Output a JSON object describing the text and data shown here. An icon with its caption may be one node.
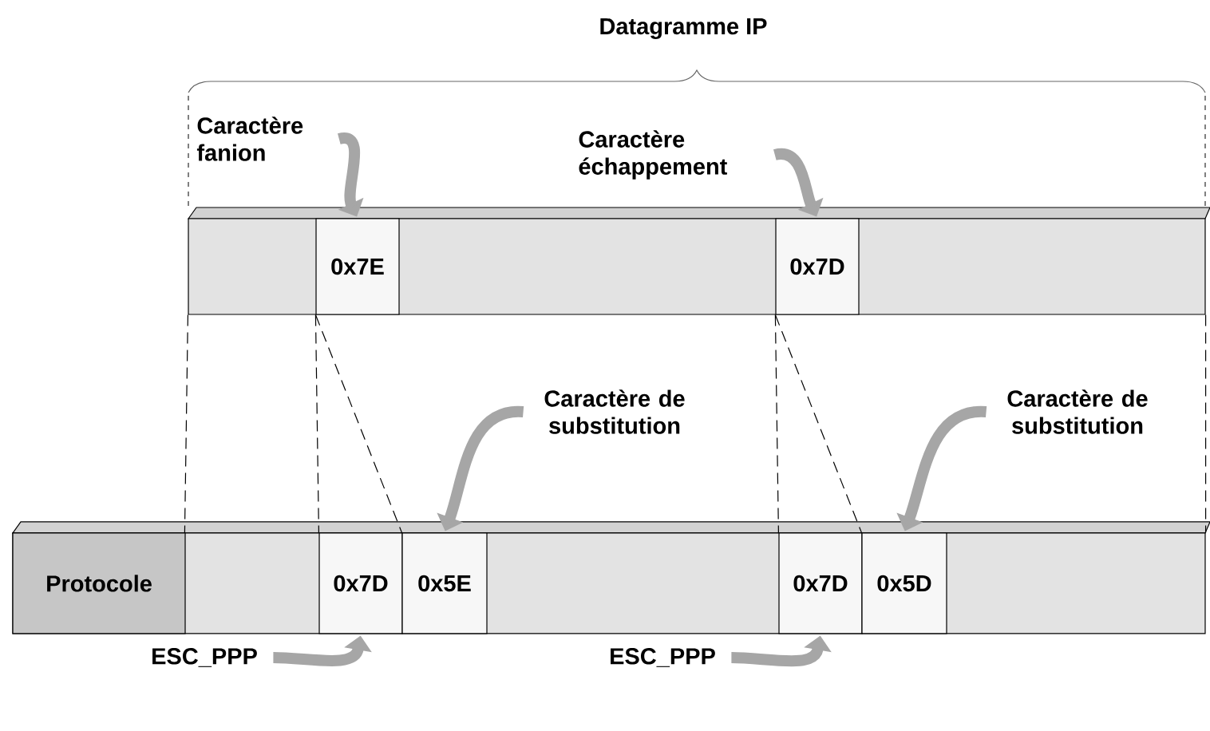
{
  "diagram": {
    "nodes": [
      {
        "text": [],
        "shape": "bar"
      },
      {
        "text": [
          "0x7E"
        ],
        "in": 0
      },
      {
        "text": [
          "0x7D"
        ],
        "in": 0
      },
      {
        "text": [],
        "shape": "bar"
      },
      {
        "text": [
          "Protocole"
        ],
        "in": 3
      },
      {
        "text": [
          "0x7D"
        ],
        "in": 3
      },
      {
        "text": [
          "0x5E"
        ],
        "in": 3
      },
      {
        "text": [
          "0x7D"
        ],
        "in": 3
      },
      {
        "text": [
          "0x5D"
        ],
        "in": 3
      },
      {
        "text": [
          "Caractère fanion"
        ]
      },
      {
        "text": [
          "Caractère échappement"
        ]
      },
      {
        "text": [
          "Caractère de substitution"
        ]
      },
      {
        "text": [
          "Caractère de substitution"
        ]
      },
      {
        "text": [
          "ESC_PPP"
        ]
      },
      {
        "text": [
          "ESC_PPP"
        ]
      }
    ],
    "edges": [
      {
        "from": 9,
        "to": 1,
        "arrow": "to",
        "style": "thick",
        "color": "#a6a6a6"
      },
      {
        "from": 10,
        "to": 2,
        "arrow": "to",
        "style": "thick",
        "color": "#a6a6a6"
      },
      {
        "from": 0,
        "to": 3,
        "arrow": "none",
        "style": "dashed",
        "color": "#000000"
      },
      {
        "from": 1,
        "to": 5,
        "arrow": "none",
        "style": "dashed",
        "color": "#000000"
      },
      {
        "from": 1,
        "to": 6,
        "arrow": "none",
        "style": "dashed",
        "color": "#000000"
      },
      {
        "from": 2,
        "to": 7,
        "arrow": "none",
        "style": "dashed",
        "color": "#000000"
      },
      {
        "from": 2,
        "to": 8,
        "arrow": "none",
        "style": "dashed",
        "color": "#000000"
      },
      {
        "from": 0,
        "to": 3,
        "arrow": "none",
        "style": "dashed",
        "color": "#000000"
      },
      {
        "from": 11,
        "to": 6,
        "arrow": "to",
        "style": "thick",
        "color": "#a6a6a6"
      },
      {
        "from": 12,
        "to": 8,
        "arrow": "to",
        "style": "thick",
        "color": "#a6a6a6"
      },
      {
        "from": 13,
        "to": 5,
        "arrow": "to",
        "style": "thick",
        "color": "#a6a6a6"
      },
      {
        "from": 14,
        "to": 7,
        "arrow": "to",
        "style": "thick",
        "color": "#a6a6a6"
      }
    ],
    "labels": [
      "Datagramme IP"
    ]
  }
}
